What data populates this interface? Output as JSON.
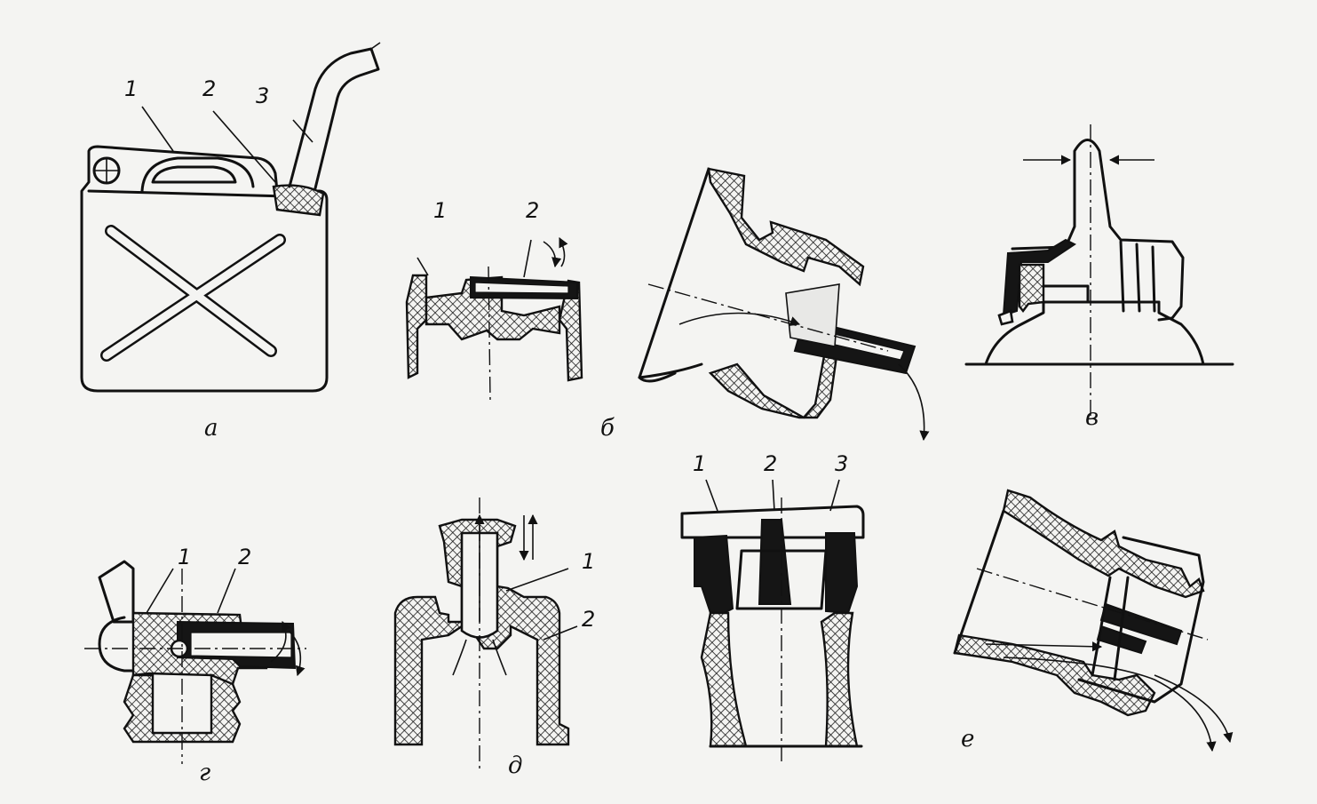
{
  "panels": {
    "a": {
      "caption": "а",
      "callouts": [
        "1",
        "2",
        "3"
      ]
    },
    "b": {
      "caption": "б",
      "callouts": [
        "1",
        "2"
      ]
    },
    "v": {
      "caption": "в"
    },
    "g": {
      "caption": "г",
      "callouts": [
        "1",
        "2"
      ]
    },
    "d": {
      "caption": "д",
      "callouts": [
        "1",
        "2"
      ]
    },
    "e": {
      "caption": "е",
      "callouts": [
        "1",
        "2",
        "3"
      ]
    }
  }
}
